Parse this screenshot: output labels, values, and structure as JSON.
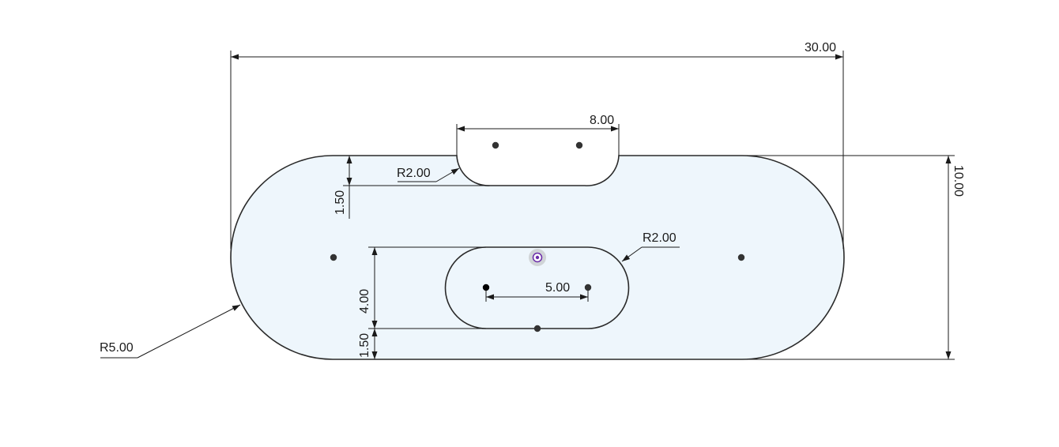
{
  "diagram": {
    "units_note": "",
    "colors": {
      "fill": "#eef6fc",
      "outline": "#2a2a2a",
      "dimension": "#1a1a1a",
      "origin_accent": "#6a2ca8"
    },
    "dimensions": {
      "overall_length": "30.00",
      "top_slot_width": "8.00",
      "overall_height": "10.00",
      "top_slot_radius": "R2.00",
      "top_slot_depth": "1.50",
      "inner_slot_radius": "R2.00",
      "inner_slot_height": "4.00",
      "inner_slot_center_dist": "5.00",
      "bottom_offset": "1.50",
      "end_radius": "R5.00"
    }
  }
}
